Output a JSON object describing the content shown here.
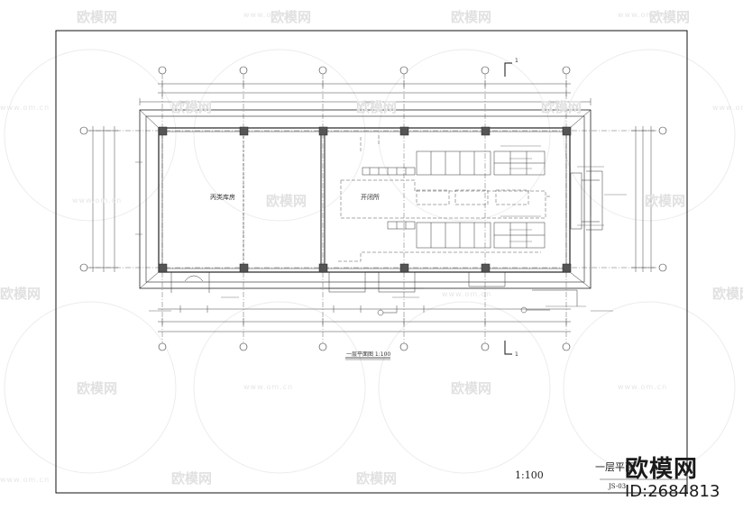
{
  "watermark": {
    "brand": "欧模网",
    "url": "www.om.cn",
    "id_label": "ID:2684813"
  },
  "drawing": {
    "room_warehouse": "丙类库房",
    "room_switchgear": "开闭所",
    "plan_caption": "一层平面图  1:100",
    "section_marker": "1"
  },
  "title_block": {
    "scale": "1:100",
    "sheet_title": "一层平面",
    "sheet_number": "JS-03"
  },
  "colors": {
    "line": "#333333",
    "watermark_light": "#e3e3e3",
    "watermark_dark": "#1a1a1a"
  }
}
